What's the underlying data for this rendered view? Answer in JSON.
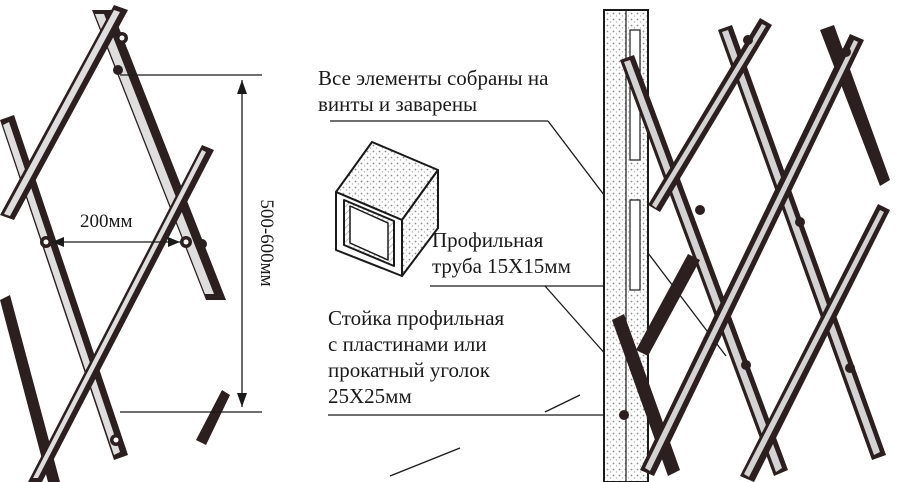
{
  "left_panel": {
    "width_label": "200мм",
    "height_label": "500-600мм"
  },
  "callouts": {
    "assembly_note_line1": "Все элементы собраны на",
    "assembly_note_line2": "винты и заварены",
    "tube_label_line1": "Профильная",
    "tube_label_line2": "труба 15Х15мм",
    "post_label_line1": "Стойка профильная",
    "post_label_line2": "с пластинами или",
    "post_label_line3": "прокатный уголок",
    "post_label_line4": "25Х25мм"
  },
  "colors": {
    "ink": "#1a1a1a",
    "bar_dark": "#2b1f1f",
    "hatch": "#9a9a9a"
  }
}
